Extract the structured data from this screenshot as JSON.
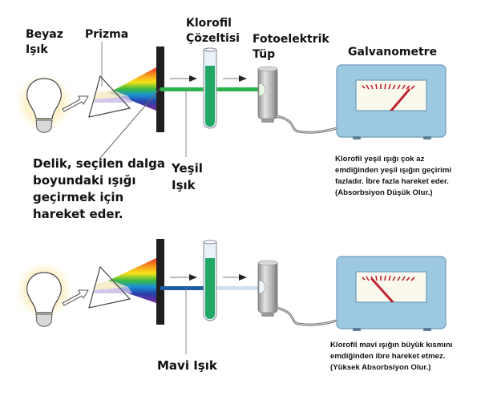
{
  "top_setup": {
    "labels": {
      "white_light": [
        "Beyaz",
        "Işık"
      ],
      "prism": "Prizma",
      "chlorophyll_solution": [
        "Klorofil",
        "Çözeltisi"
      ],
      "photoelectric_tube": [
        "Fotoelektrik",
        "Tüp"
      ],
      "galvanometer": "Galvanometre",
      "slit_caption": [
        "Delik, seçilen dalga",
        "boyundaki ışığı",
        "geçirmek için",
        "hareket eder."
      ],
      "selected_light": [
        "Yeşil",
        "Işık"
      ]
    },
    "beam_color": "#2db34a",
    "transmitted_beam_color": "#2db34a",
    "needle_deflection": "high",
    "explanation": [
      "Klorofil yeşil ışığı çok az",
      "emdiğinden yeşil ışığın geçirimi",
      "fazladır. İbre fazla hareket eder.",
      "(Absorbsiyon Düşük Olur.)"
    ]
  },
  "bottom_setup": {
    "labels": {
      "selected_light": "Mavi Işık"
    },
    "beam_color": "#1f5fa0",
    "transmitted_beam_color": "#cfe0ee",
    "needle_deflection": "low",
    "explanation": [
      "Klorofil mavi ışığın büyük kısmını",
      "emdiğinden ibre hareket etmez.",
      "(Yüksek Absorbsiyon Olur.)"
    ]
  },
  "colors": {
    "galvanometer_body": "#9dc8e2",
    "solution": "#22a866",
    "slit_plate": "#1e1e1e",
    "needle": "#c0202a"
  }
}
